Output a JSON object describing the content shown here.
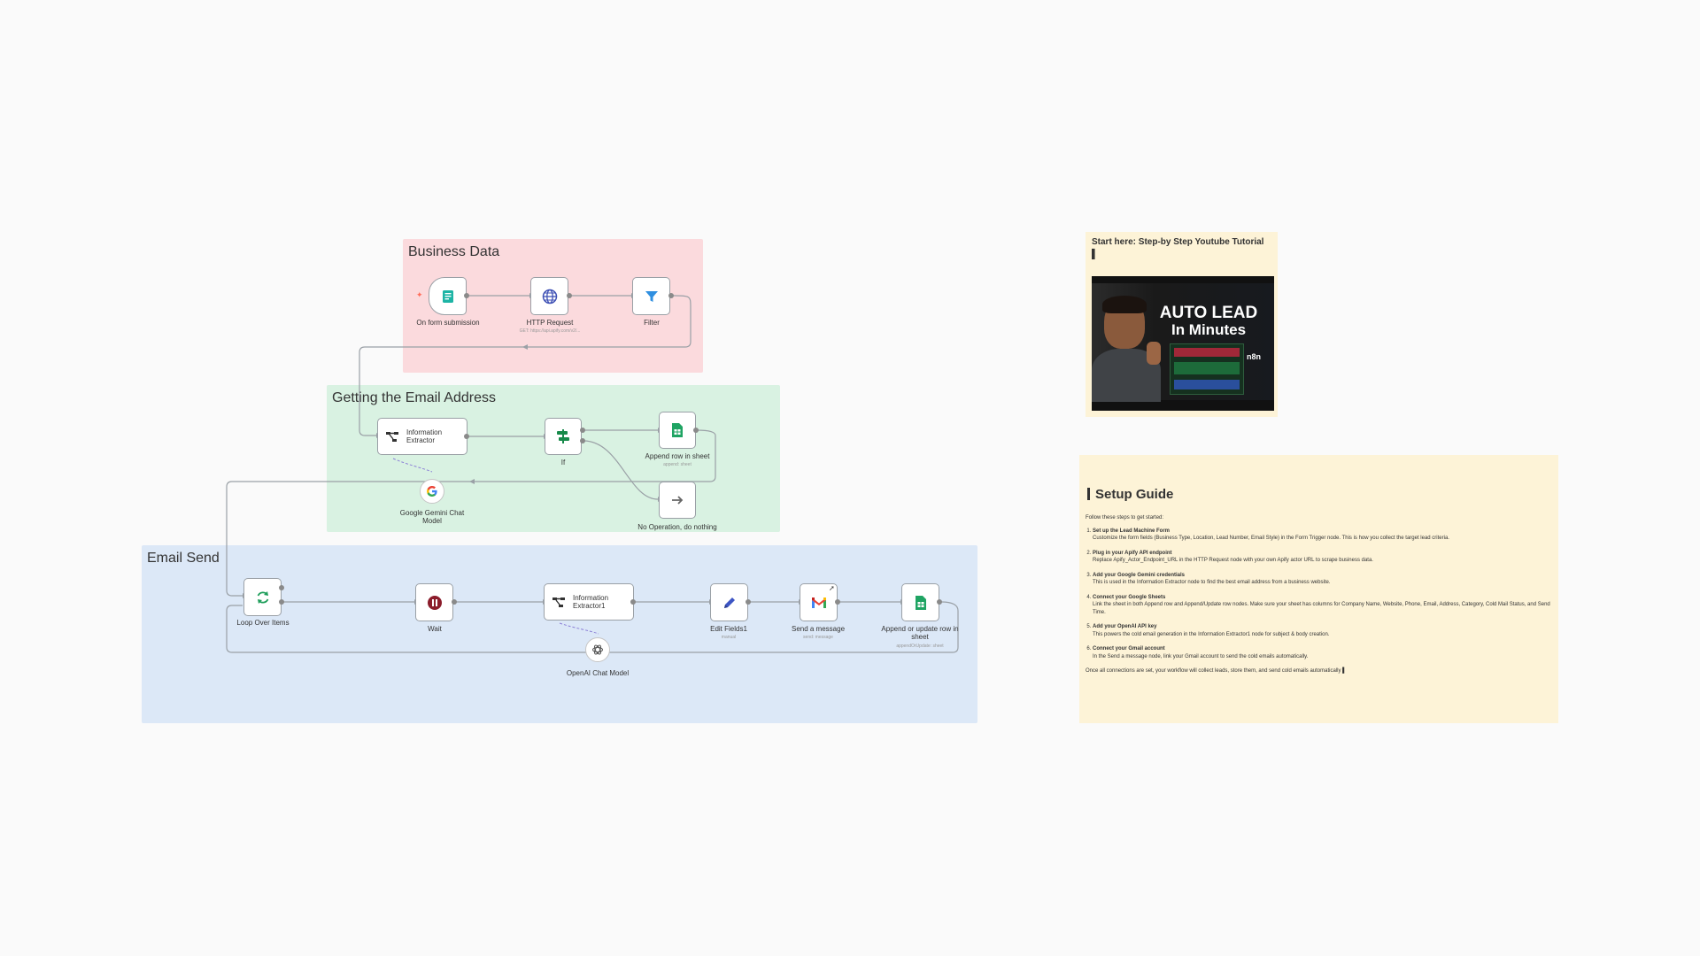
{
  "groups": {
    "business": {
      "title": "Business Data",
      "color": "#fbdadd"
    },
    "email_address": {
      "title": "Getting the Email Address",
      "color": "#d9f2e2"
    },
    "email_send": {
      "title": "Email Send",
      "color": "#dce8f7"
    }
  },
  "nodes": {
    "form": {
      "label": "On form submission"
    },
    "http": {
      "label": "HTTP Request",
      "sub": "GET: https://api.apify.com/v2/..."
    },
    "filter": {
      "label": "Filter"
    },
    "info_extractor": {
      "label": "Information Extractor"
    },
    "gemini": {
      "label": "Google Gemini Chat Model"
    },
    "if": {
      "label": "If"
    },
    "append_row": {
      "label": "Append row in sheet",
      "sub": "append: sheet"
    },
    "noop": {
      "label": "No Operation, do nothing"
    },
    "loop": {
      "label": "Loop Over Items"
    },
    "wait": {
      "label": "Wait"
    },
    "info_extractor1": {
      "label": "Information Extractor1"
    },
    "openai": {
      "label": "OpenAI Chat Model"
    },
    "edit_fields": {
      "label": "Edit Fields1",
      "sub": "manual"
    },
    "send_message": {
      "label": "Send a message",
      "sub": "send: message"
    },
    "append_update": {
      "label": "Append or update row in sheet",
      "sub": "appendOrUpdate: sheet"
    }
  },
  "youtube_note": {
    "title": "Start here: Step-by Step Youtube Tutorial ▌",
    "thumb_line1": "AUTO LEAD",
    "thumb_line2": "In Minutes",
    "thumb_brand": "n8n",
    "bg": "#fdf3d7"
  },
  "setup_guide": {
    "title": "Setup Guide",
    "intro": "Follow these steps to get started:",
    "steps": [
      {
        "title": "Set up the Lead Machine Form",
        "body": "Customize the form fields (Business Type, Location, Lead Number, Email Style) in the Form Trigger node. This is how you collect the target lead criteria."
      },
      {
        "title": "Plug in your Apify API endpoint",
        "body": "Replace Apify_Actor_Endpoint_URL in the HTTP Request node with your own Apify actor URL to scrape business data."
      },
      {
        "title": "Add your Google Gemini credentials",
        "body": "This is used in the Information Extractor node to find the best email address from a business website."
      },
      {
        "title": "Connect your Google Sheets",
        "body": "Link the sheet in both Append row and Append/Update row nodes. Make sure your sheet has columns for Company Name, Website, Phone, Email, Address, Category, Cold Mail Status, and Send Time."
      },
      {
        "title": "Add your OpenAI API key",
        "body": "This powers the cold email generation in the Information Extractor1 node for subject & body creation."
      },
      {
        "title": "Connect your Gmail account",
        "body": "In the Send a message node, link your Gmail account to send the cold emails automatically."
      }
    ],
    "outro": "Once all connections are set, your workflow will collect leads, store them, and send cold emails automatically ▌",
    "bg": "#fdf3d7"
  }
}
